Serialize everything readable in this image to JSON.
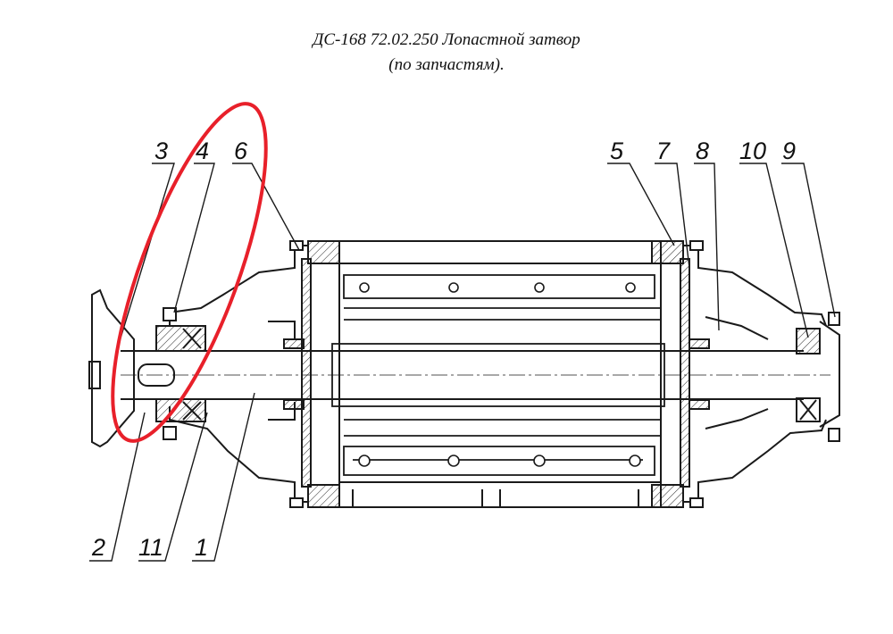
{
  "title": {
    "line1": "ДС-168 72.02.250 Лопастной затвор",
    "line2": "(по запчастям)."
  },
  "callouts": {
    "c1": "1",
    "c2": "2",
    "c3": "3",
    "c4": "4",
    "c5": "5",
    "c6": "6",
    "c7": "7",
    "c8": "8",
    "c9": "9",
    "c10": "10",
    "c11": "11"
  },
  "highlight_color": "#e8202a"
}
